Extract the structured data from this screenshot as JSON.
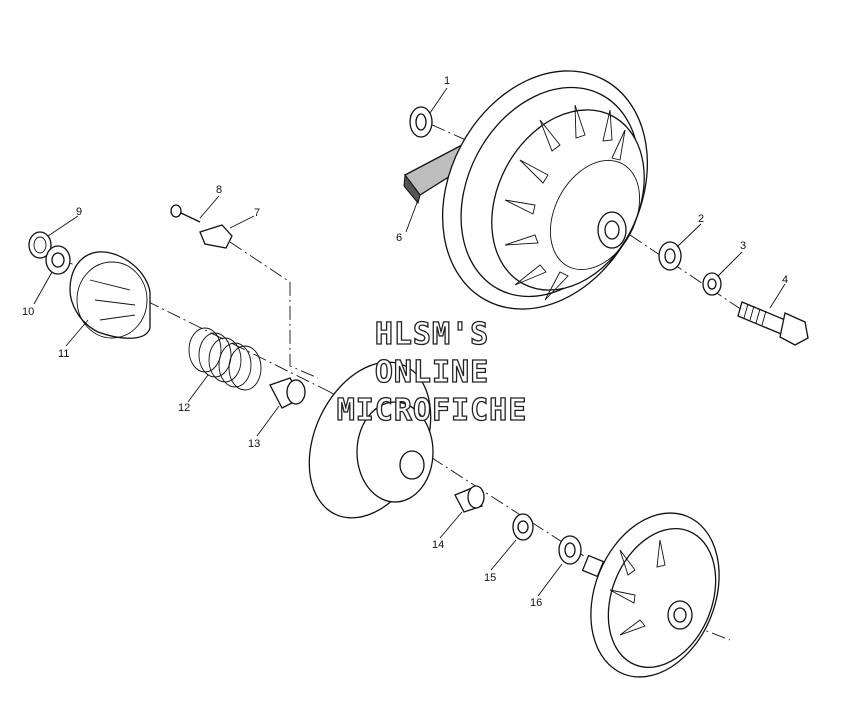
{
  "watermark": {
    "line1": "HLSM'S",
    "line2": "ONLINE",
    "line3": "MICROFICHE"
  },
  "callouts": [
    {
      "id": "1",
      "label": "1"
    },
    {
      "id": "2",
      "label": "2"
    },
    {
      "id": "3",
      "label": "3"
    },
    {
      "id": "4",
      "label": "4"
    },
    {
      "id": "6",
      "label": "6"
    },
    {
      "id": "7",
      "label": "7"
    },
    {
      "id": "8",
      "label": "8"
    },
    {
      "id": "9",
      "label": "9"
    },
    {
      "id": "10",
      "label": "10"
    },
    {
      "id": "11",
      "label": "11"
    },
    {
      "id": "12",
      "label": "12"
    },
    {
      "id": "13",
      "label": "13"
    },
    {
      "id": "14",
      "label": "14"
    },
    {
      "id": "15",
      "label": "15"
    },
    {
      "id": "16",
      "label": "16"
    }
  ]
}
